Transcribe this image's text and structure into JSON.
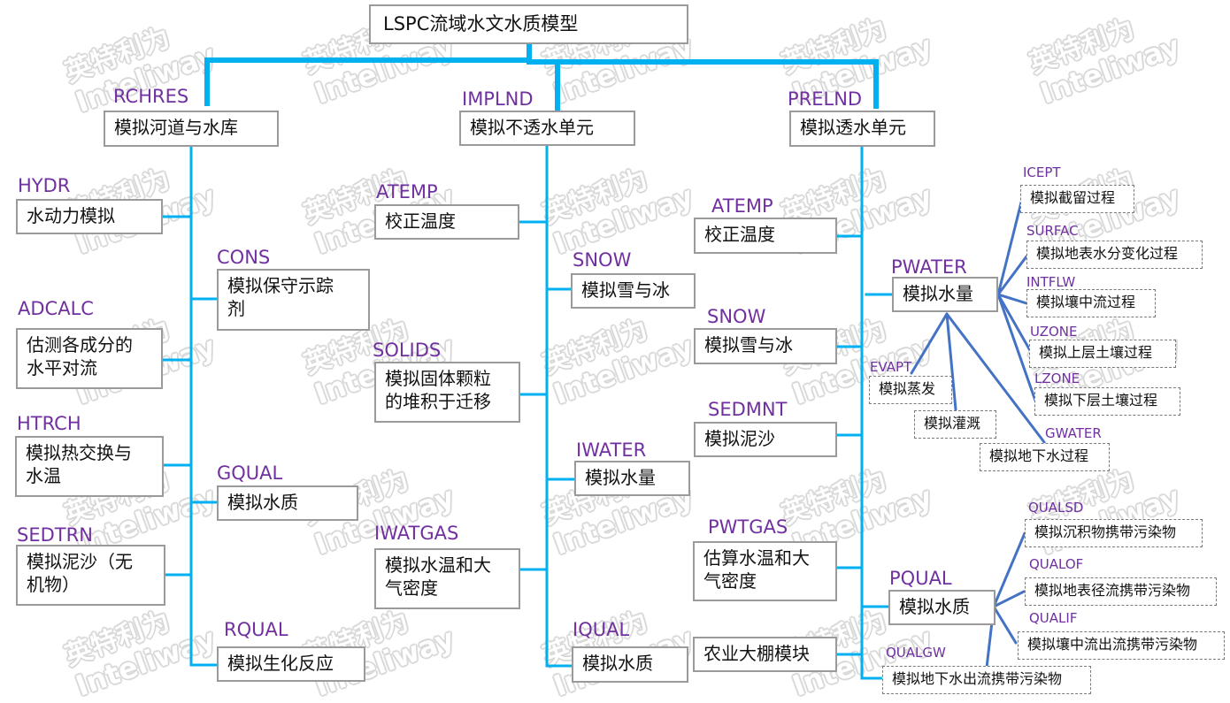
{
  "colors": {
    "connector": "#00b0f0",
    "sub_connector": "#4472c4",
    "code_text": "#7030a0",
    "box_border": "#9a9a9a"
  },
  "watermark": {
    "cn": "英特利为",
    "en": "Inteliway"
  },
  "root": {
    "label": "LSPC流域水文水质模型"
  },
  "branches": {
    "rchres": {
      "code": "RCHRES",
      "label": "模拟河道与水库",
      "children": [
        {
          "code": "HYDR",
          "label": "水动力模拟"
        },
        {
          "code": "CONS",
          "label": "模拟保守示踪\n剂"
        },
        {
          "code": "ADCALC",
          "label": "估测各成分的\n水平对流"
        },
        {
          "code": "HTRCH",
          "label": "模拟热交换与\n水温"
        },
        {
          "code": "GQUAL",
          "label": "模拟水质"
        },
        {
          "code": "SEDTRN",
          "label": "模拟泥沙（无\n机物）"
        },
        {
          "code": "RQUAL",
          "label": "模拟生化反应"
        }
      ]
    },
    "implnd": {
      "code": "IMPLND",
      "label": "模拟不透水单元",
      "children": [
        {
          "code": "ATEMP",
          "label": "校正温度"
        },
        {
          "code": "SNOW",
          "label": "模拟雪与冰"
        },
        {
          "code": "SOLIDS",
          "label": "模拟固体颗粒\n的堆积于迁移"
        },
        {
          "code": "IWATER",
          "label": "模拟水量"
        },
        {
          "code": "IWATGAS",
          "label": "模拟水温和大\n气密度"
        },
        {
          "code": "IQUAL",
          "label": "模拟水质"
        }
      ]
    },
    "prelnd": {
      "code": "PRELND",
      "label": "模拟透水单元",
      "children": [
        {
          "code": "ATEMP",
          "label": "校正温度"
        },
        {
          "code": "PWATER",
          "label": "模拟水量"
        },
        {
          "code": "SNOW",
          "label": "模拟雪与冰"
        },
        {
          "code": "SEDMNT",
          "label": "模拟泥沙"
        },
        {
          "code": "PWTGAS",
          "label": "估算水温和大\n气密度"
        },
        {
          "code": "PQUAL",
          "label": "模拟水质"
        },
        {
          "code": "",
          "label": "农业大棚模块"
        }
      ],
      "pwater_children": [
        {
          "code": "ICEPT",
          "label": "模拟截留过程"
        },
        {
          "code": "SURFAC",
          "label": "模拟地表水分变化过程"
        },
        {
          "code": "INTFLW",
          "label": "模拟壤中流过程"
        },
        {
          "code": "UZONE",
          "label": "模拟上层土壤过程"
        },
        {
          "code": "LZONE",
          "label": "模拟下层土壤过程"
        },
        {
          "code": "EVAPT",
          "label": "模拟蒸发"
        },
        {
          "code": "",
          "label": "模拟灌溉"
        },
        {
          "code": "GWATER",
          "label": "模拟地下水过程"
        }
      ],
      "pqual_children": [
        {
          "code": "QUALSD",
          "label": "模拟沉积物携带污染物"
        },
        {
          "code": "QUALOF",
          "label": "模拟地表径流携带污染物"
        },
        {
          "code": "QUALIF",
          "label": "模拟壤中流出流携带污染物"
        },
        {
          "code": "QUALGW",
          "label": "模拟地下水出流携带污染物"
        }
      ]
    }
  }
}
